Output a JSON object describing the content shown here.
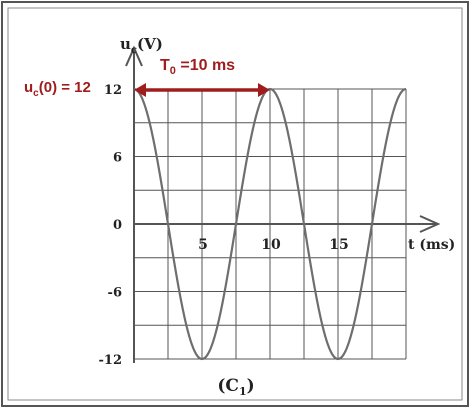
{
  "chart_data": {
    "type": "line",
    "ylabel_main": "u",
    "ylabel_sub": "c",
    "ylabel_unit": "(V)",
    "xlabel": "t (ms)",
    "caption_main": "(C",
    "caption_sub": "1",
    "caption_close": ")",
    "x_ticks": [
      "5",
      "10",
      "15"
    ],
    "x_tick_values": [
      5,
      10,
      15
    ],
    "y_ticks": [
      "12",
      "6",
      "0",
      "-6",
      "-12"
    ],
    "y_tick_values": [
      12,
      6,
      0,
      -6,
      -12
    ],
    "xlim": [
      0,
      20
    ],
    "ylim": [
      -12,
      12
    ],
    "grid": true,
    "series": [
      {
        "amplitude": 12,
        "period": 10,
        "phase": "cosine",
        "x_range": [
          0,
          20
        ],
        "color": "#6e6e6e"
      }
    ],
    "annotations": {
      "period_label_main": "T",
      "period_label_sub": "0",
      "period_label_rest": " =10 ms",
      "period_from": 0,
      "period_to": 10,
      "initial_label_main": "u",
      "initial_label_sub": "c",
      "initial_label_rest": "(0) = 12",
      "color": "#a11d1d"
    }
  }
}
